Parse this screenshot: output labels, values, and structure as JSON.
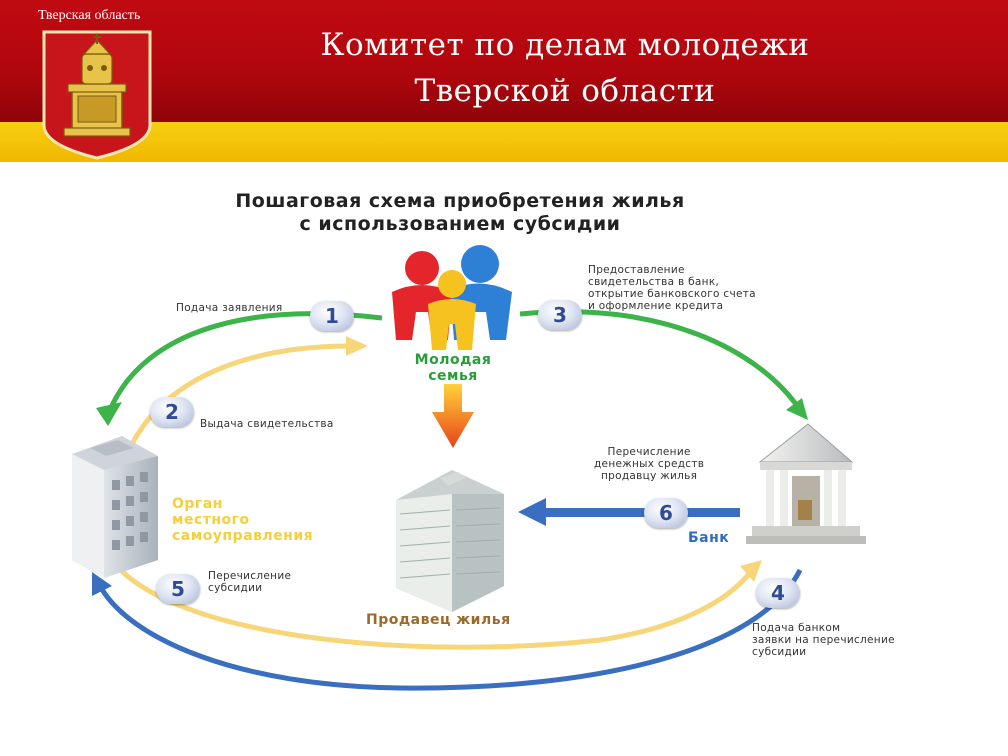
{
  "header": {
    "region": "Тверская область",
    "title_line1": "Комитет по делам молодежи",
    "title_line2": "Тверской области"
  },
  "diagram": {
    "title_line1": "Пошаговая схема приобретения жилья",
    "title_line2": "с использованием субсидии",
    "nodes": {
      "family_line1": "Молодая",
      "family_line2": "семья",
      "government_line1": "Орган",
      "government_line2": "местного",
      "government_line3": "самоуправления",
      "seller": "Продавец жилья",
      "bank": "Банк"
    },
    "steps": [
      {
        "number": "1",
        "lines": [
          "Подача заявления"
        ]
      },
      {
        "number": "2",
        "lines": [
          "Выдача свидетельства"
        ]
      },
      {
        "number": "3",
        "lines": [
          "Предоставление",
          "свидетельства в банк,",
          "открытие банковского счета",
          "и оформление кредита"
        ]
      },
      {
        "number": "4",
        "lines": [
          "Подача банком",
          "заявки на перечисление",
          "субсидии"
        ]
      },
      {
        "number": "5",
        "lines": [
          "Перечисление",
          "субсидии"
        ]
      },
      {
        "number": "6",
        "lines": [
          "Перечисление",
          "денежных средств",
          "продавцу жилья"
        ]
      }
    ],
    "colors": {
      "green_arrow": "#3cb44a",
      "yellow_arrow": "#f7d679",
      "blue_arrow": "#3a6fc0",
      "family_label": "#2a9d3b",
      "government_label": "#f6cf3c",
      "seller_label": "#9b6a2a",
      "bank_label": "#2f6cbf",
      "header_red": "#c00a12",
      "header_yellow": "#f7cf12"
    }
  }
}
